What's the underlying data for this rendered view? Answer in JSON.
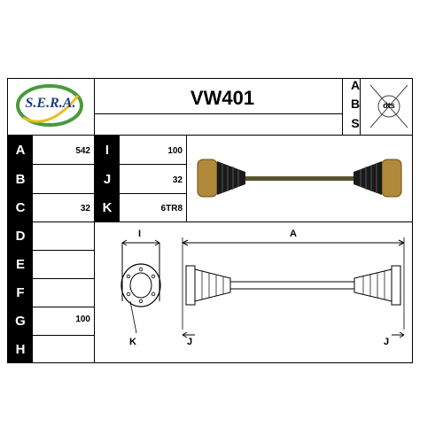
{
  "header": {
    "logo_text": "S.E.R.A.",
    "code": "VW401",
    "abs_letters": [
      "A",
      "B",
      "S"
    ],
    "dts_text": "dts"
  },
  "rows": [
    {
      "label": "A",
      "value": "542"
    },
    {
      "label": "B",
      "value": ""
    },
    {
      "label": "C",
      "value": "32"
    },
    {
      "label": "D",
      "value": ""
    },
    {
      "label": "E",
      "value": ""
    },
    {
      "label": "F",
      "value": ""
    },
    {
      "label": "G",
      "value": "100"
    },
    {
      "label": "H",
      "value": ""
    }
  ],
  "mid_rows": [
    {
      "label": "I",
      "value": "100"
    },
    {
      "label": "J",
      "value": "32"
    },
    {
      "label": "K",
      "value": "6TR8"
    }
  ],
  "diagram": {
    "label_I": "I",
    "label_A": "A",
    "label_K": "K",
    "label_J_left": "J",
    "label_J_right": "J"
  },
  "colors": {
    "shaft": "#5a5530",
    "boot": "#1a1a1a",
    "joint": "#b08a3a",
    "logo_green": "#4a9a3a"
  }
}
